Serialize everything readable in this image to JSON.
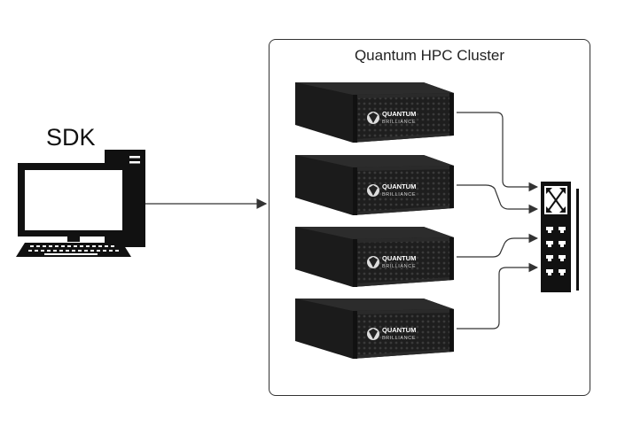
{
  "sdk": {
    "label": "SDK"
  },
  "cluster": {
    "title": "Quantum HPC Cluster"
  },
  "server": {
    "brand_line1": "QUANTUM",
    "brand_line2": "BRILLIANCE"
  },
  "servers": [
    {
      "name": "server-1"
    },
    {
      "name": "server-2"
    },
    {
      "name": "server-3"
    },
    {
      "name": "server-4"
    }
  ],
  "colors": {
    "line": "#333333",
    "server_body": "#1b1b1b",
    "server_face": "#2a2a2a"
  }
}
